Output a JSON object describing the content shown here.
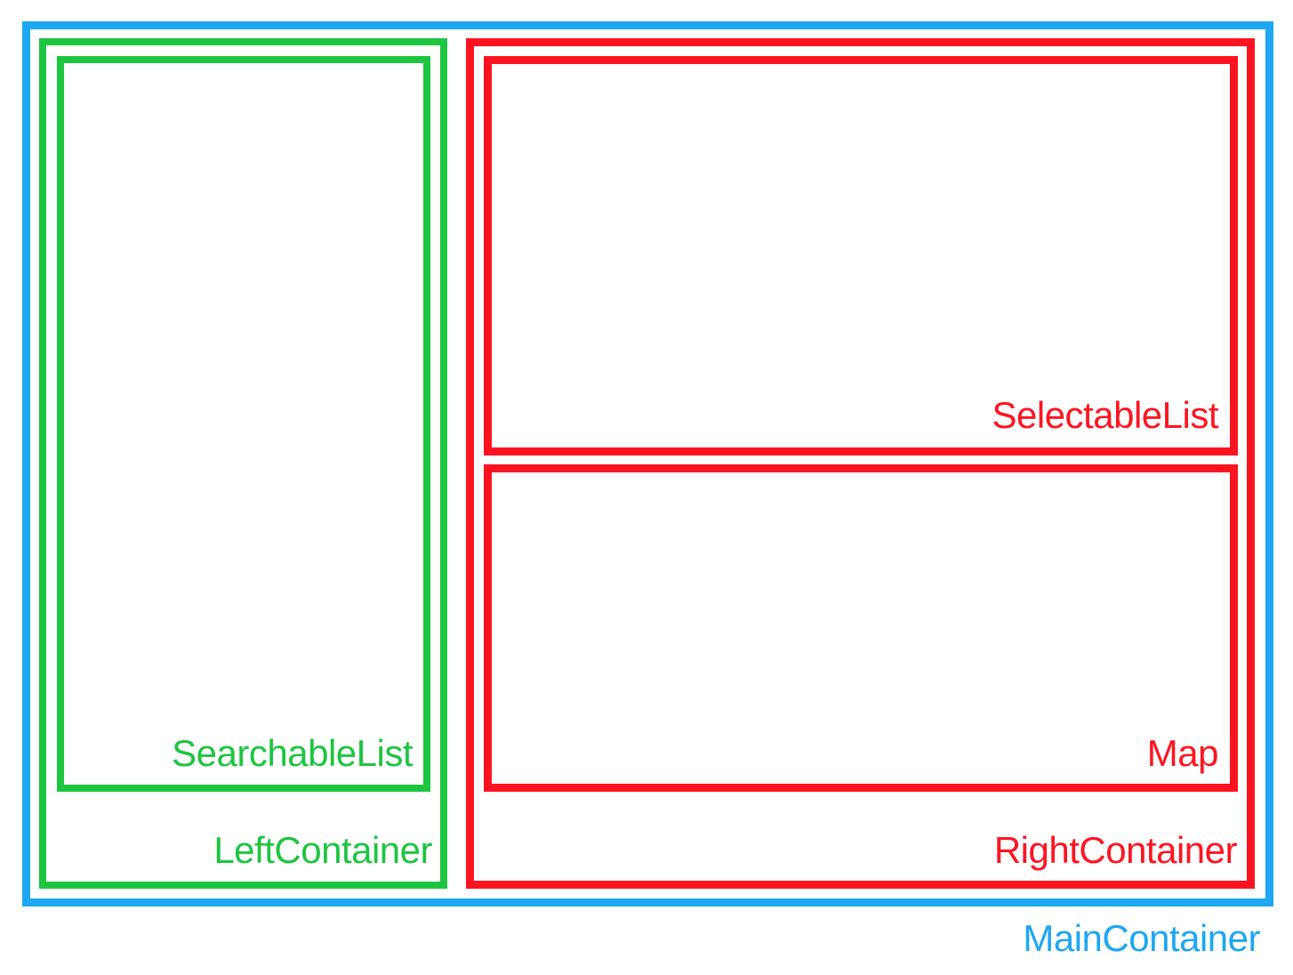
{
  "colors": {
    "main": "#1ea7f2",
    "left": "#1ec540",
    "right": "#fe1420"
  },
  "main_container": {
    "label": "MainContainer"
  },
  "left_container": {
    "label": "LeftContainer",
    "searchable_list": {
      "label": "SearchableList"
    }
  },
  "right_container": {
    "label": "RightContainer",
    "selectable_list": {
      "label": "SelectableList"
    },
    "map": {
      "label": "Map"
    }
  }
}
